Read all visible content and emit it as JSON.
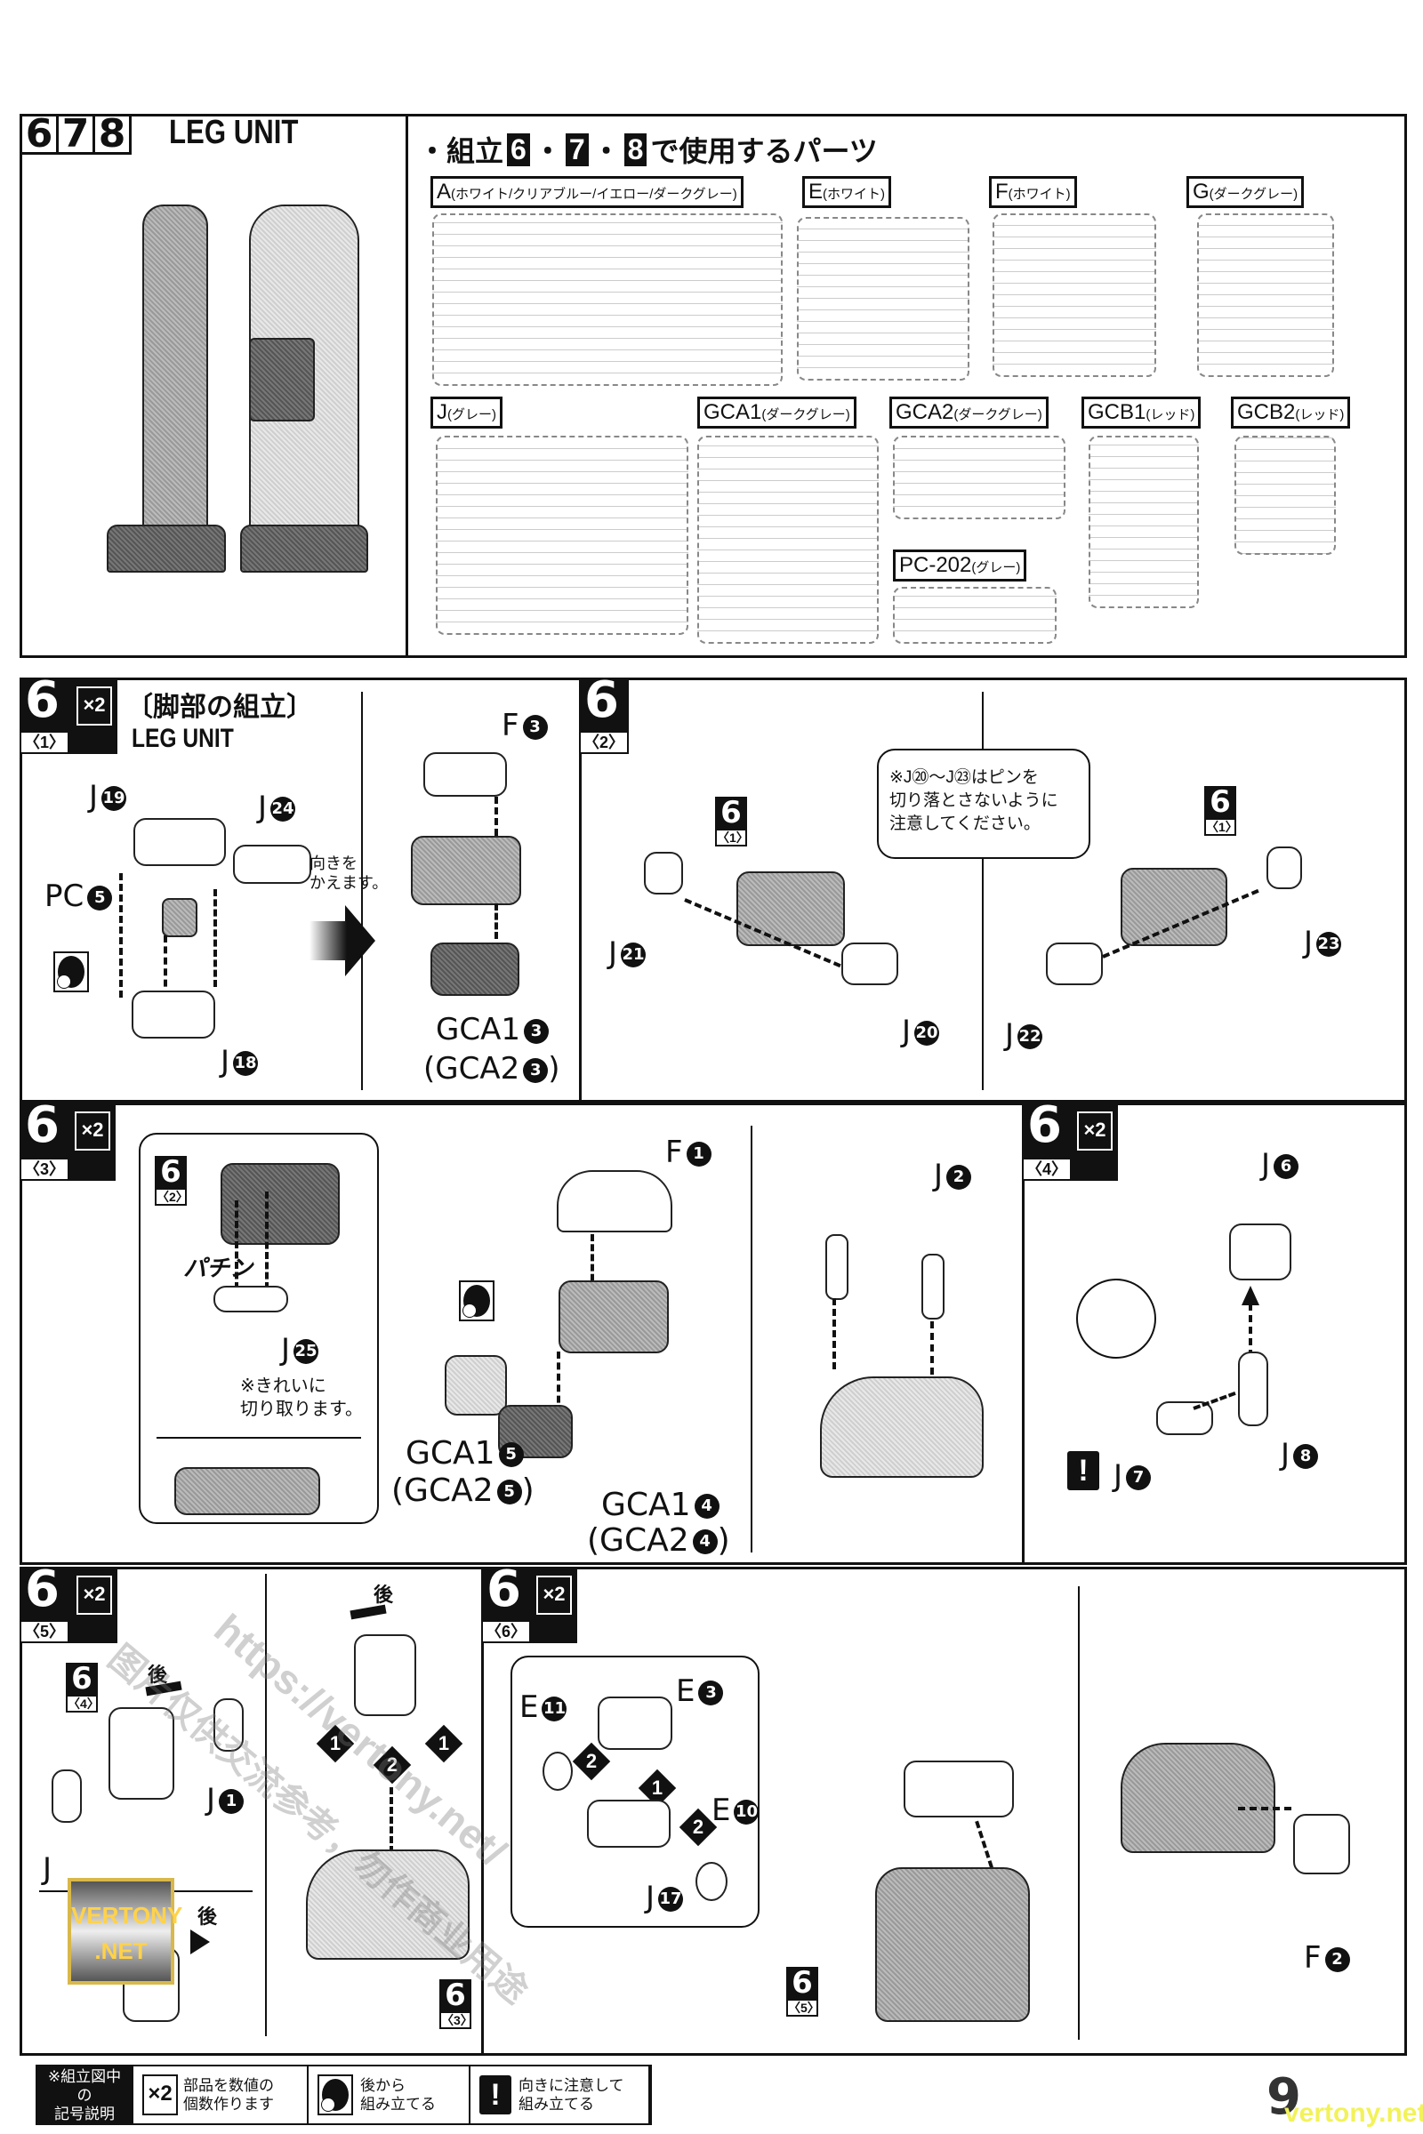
{
  "header": {
    "steps": [
      "6",
      "7",
      "8"
    ],
    "title": "LEG UNIT"
  },
  "parts_used": {
    "prefix": "・組立",
    "steps": [
      "6",
      "7",
      "8"
    ],
    "separator": "・",
    "suffix": "で使用するパーツ",
    "runners": [
      {
        "id": "A",
        "color": "(ホワイト/クリアブルー/イエロー/ダークグレー)"
      },
      {
        "id": "E",
        "color": "(ホワイト)"
      },
      {
        "id": "F",
        "color": "(ホワイト)"
      },
      {
        "id": "G",
        "color": "(ダークグレー)"
      },
      {
        "id": "J",
        "color": "(グレー)"
      },
      {
        "id": "GCA1",
        "color": "(ダークグレー)"
      },
      {
        "id": "GCA2",
        "color": "(ダークグレー)"
      },
      {
        "id": "GCB1",
        "color": "(レッド)"
      },
      {
        "id": "GCB2",
        "color": "(レッド)"
      },
      {
        "id": "PC-202",
        "color": "(グレー)"
      }
    ]
  },
  "steps": {
    "s1": {
      "num": "6",
      "sub": "〈1〉",
      "multiplier": "×2",
      "title_jp": "〔脚部の組立〕",
      "title_en": "LEG UNIT",
      "note_turn": "向きを\nかえます。",
      "labels": {
        "j19": "J",
        "j19n": "19",
        "j24": "J",
        "j24n": "24",
        "pc5": "PC",
        "pc5n": "5",
        "j18": "J",
        "j18n": "18",
        "f3": "F",
        "f3n": "3",
        "gca1": "GCA1",
        "gca1n": "3",
        "gca2": "(GCA2",
        "gca2n": "3",
        "gca2close": ")"
      }
    },
    "s2": {
      "num": "6",
      "sub": "〈2〉",
      "note": "※J⑳～J㉓はピンを\n切り落とさないように\n注意してください。",
      "ref": {
        "num": "6",
        "sub": "〈1〉"
      },
      "labels": {
        "j21": "J",
        "j21n": "21",
        "j20": "J",
        "j20n": "20",
        "j22": "J",
        "j22n": "22",
        "j23": "J",
        "j23n": "23"
      }
    },
    "s3": {
      "num": "6",
      "sub": "〈3〉",
      "multiplier": "×2",
      "ref": {
        "num": "6",
        "sub": "〈2〉"
      },
      "sfx": "パチン",
      "note": "※きれいに\n切り取ります。",
      "labels": {
        "j25": "J",
        "j25n": "25",
        "f1": "F",
        "f1n": "1",
        "j2": "J",
        "j2n": "2",
        "gca15": "GCA1",
        "gca15n": "5",
        "gca25": "(GCA2",
        "gca25n": "5",
        "gca14": "GCA1",
        "gca14n": "4",
        "gca24": "(GCA2",
        "gca24n": "4",
        "close": ")"
      }
    },
    "s4": {
      "num": "6",
      "sub": "〈4〉",
      "multiplier": "×2",
      "labels": {
        "j6": "J",
        "j6n": "6",
        "j7": "J",
        "j7n": "7",
        "j8": "J",
        "j8n": "8"
      }
    },
    "s5": {
      "num": "6",
      "sub": "〈5〉",
      "multiplier": "×2",
      "ref": {
        "num": "6",
        "sub": "〈4〉"
      },
      "ref2": {
        "num": "6",
        "sub": "〈3〉"
      },
      "back": "後",
      "labels": {
        "j1": "J",
        "j1n": "1",
        "j": "J"
      },
      "order": [
        "1",
        "2",
        "1"
      ]
    },
    "s6": {
      "num": "6",
      "sub": "〈6〉",
      "multiplier": "×2",
      "ref": {
        "num": "6",
        "sub": "〈5〉"
      },
      "labels": {
        "e11": "E",
        "e11n": "11",
        "e3": "E",
        "e3n": "3",
        "e10": "E",
        "e10n": "10",
        "j17": "J",
        "j17n": "17",
        "f2": "F",
        "f2n": "2"
      },
      "order": [
        "2",
        "1",
        "2"
      ]
    }
  },
  "legend": {
    "head": "※組立図中の\n記号説明",
    "items": [
      {
        "icon": "x2-icon",
        "symbol": "×2",
        "text": "部品を数値の\n個数作ります"
      },
      {
        "icon": "build-later-icon",
        "text": "後から\n組み立てる"
      },
      {
        "icon": "warning-icon",
        "symbol": "!",
        "text": "向きに注意して\n組み立てる"
      }
    ]
  },
  "page_number": "9",
  "watermarks": {
    "url": "https://vertony.net/",
    "badge": "VERTONY\n.NET",
    "footer": "vertony.net",
    "cn": "图片仅供交流参考，勿作商业用途"
  }
}
